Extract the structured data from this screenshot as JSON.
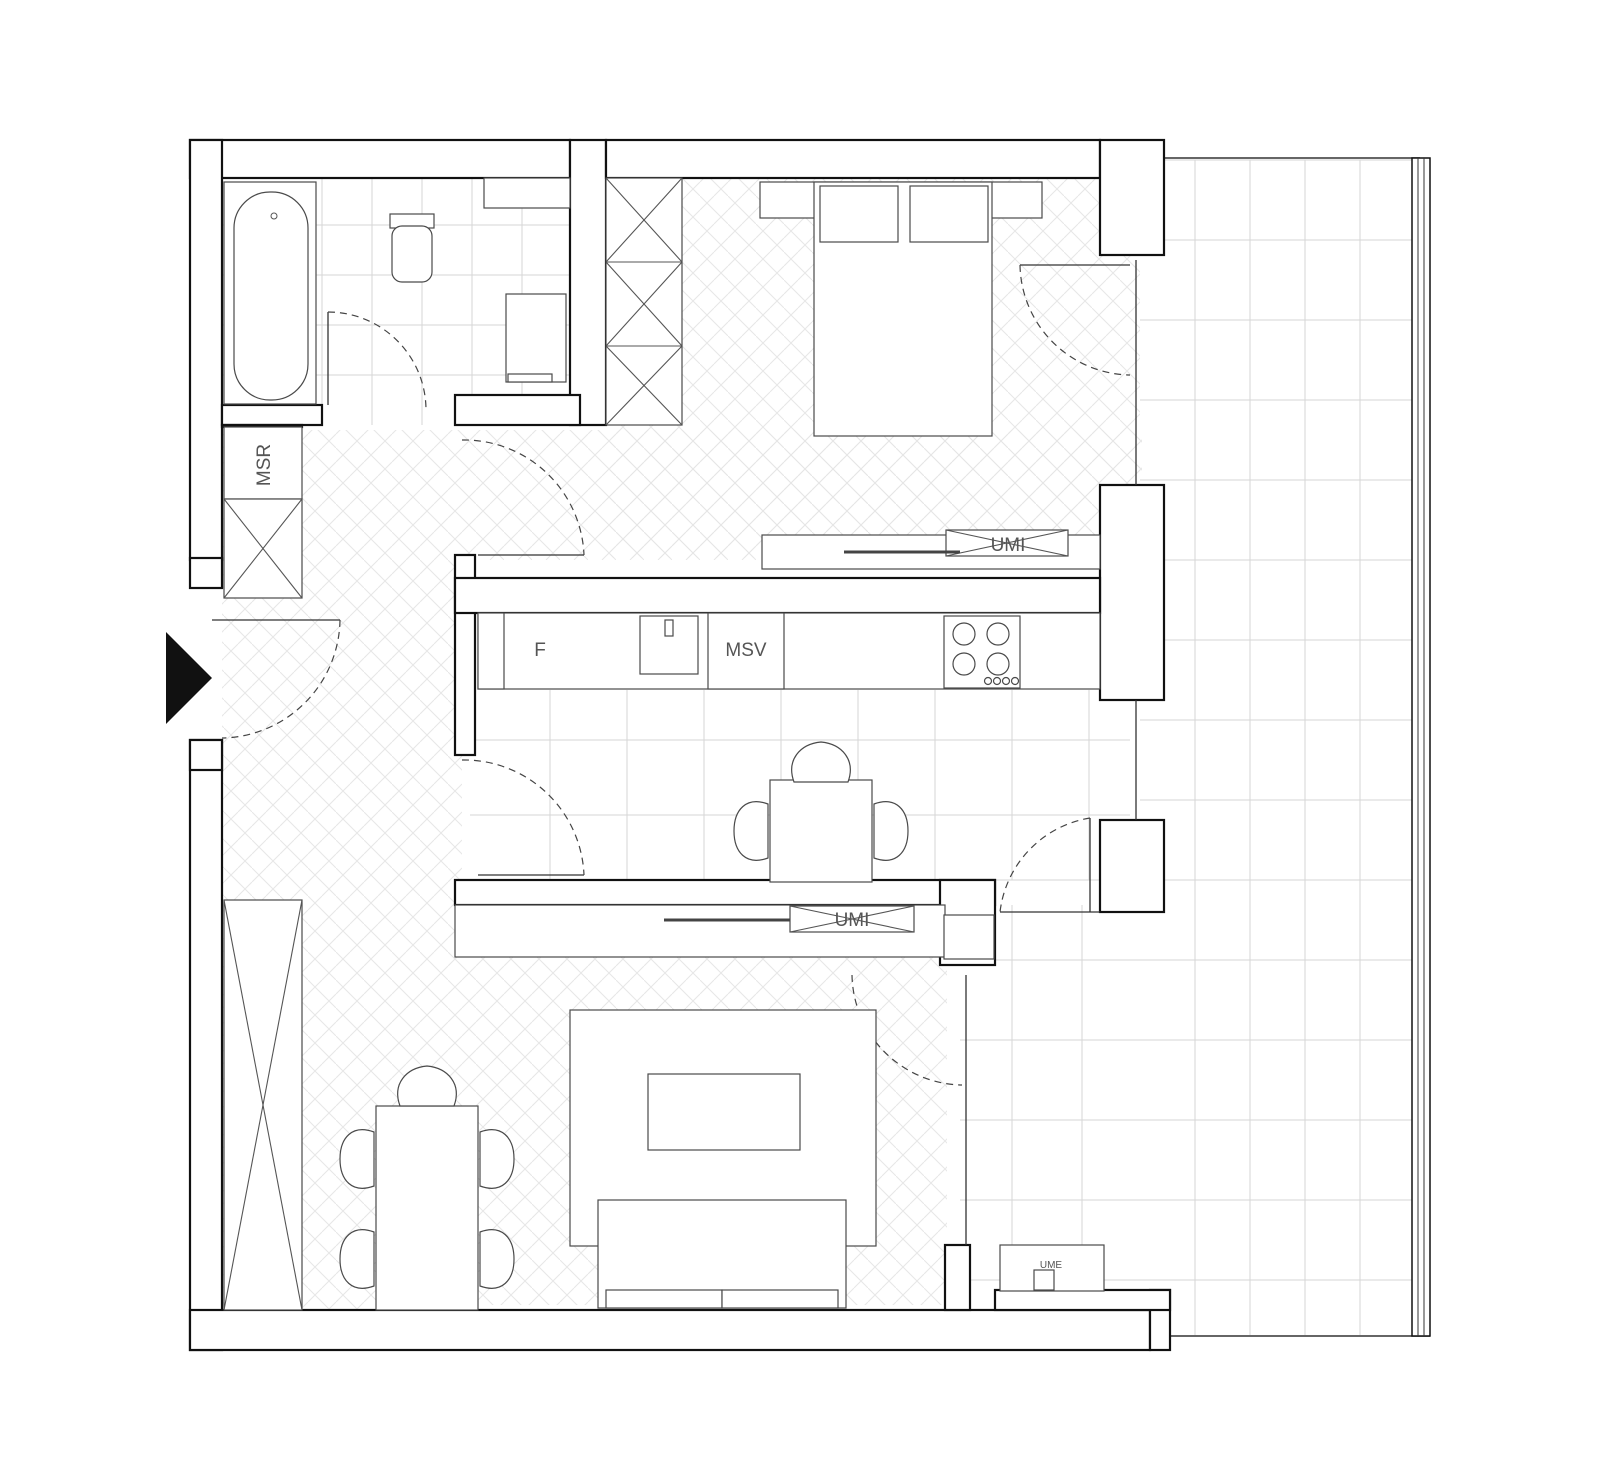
{
  "plan": {
    "labels": {
      "msr": "MSR",
      "fridge": "F",
      "msv": "MSV",
      "umi_bedroom": "UMI",
      "umi_living": "UMI",
      "ume": "UME"
    },
    "entrance": "entrance-arrow-icon",
    "colors": {
      "wall": "#111111",
      "floor_pattern": "#e4e4e4",
      "tile_grid": "#d6d6d6",
      "furniture_line": "#4a4a4a"
    }
  }
}
